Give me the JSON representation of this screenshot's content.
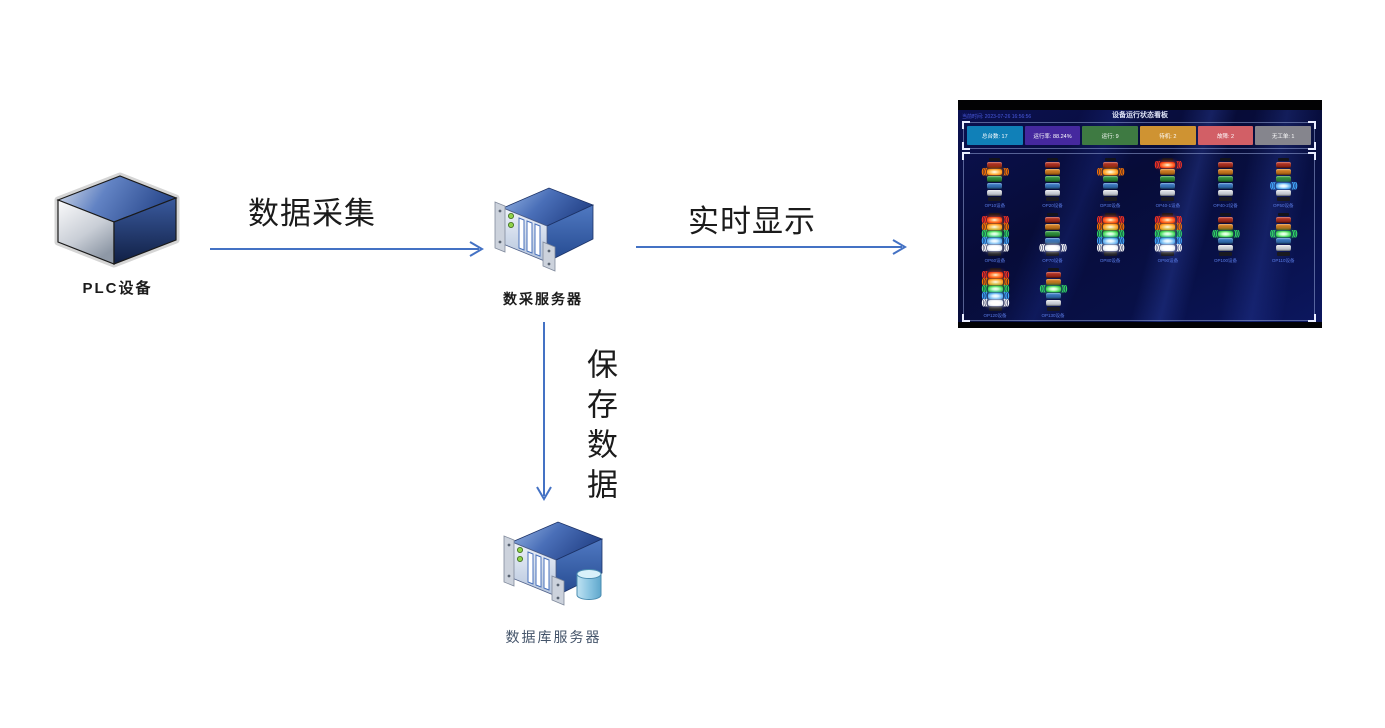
{
  "diagram": {
    "plc": {
      "label": "PLC设备"
    },
    "collector": {
      "label": "数采服务器"
    },
    "database": {
      "label": "数据库服务器"
    },
    "flows": {
      "collect": "数据采集",
      "display": "实时显示",
      "save": "保存数据"
    },
    "arrow_color": "#4472c4"
  },
  "dashboard": {
    "title": "设备运行状态看板",
    "timestamp": "当前时间: 2023-07-26 16:56:56",
    "stats": [
      {
        "text": "总台数: 17",
        "color": "#1080b8"
      },
      {
        "text": "运行率: 88.24%",
        "color": "#45289e"
      },
      {
        "text": "运行: 9",
        "color": "#3e7a42"
      },
      {
        "text": "待机: 2",
        "color": "#cf9332"
      },
      {
        "text": "故障: 2",
        "color": "#d25f66"
      },
      {
        "text": "无工单: 1",
        "color": "#85858d"
      }
    ],
    "segment_order": [
      "red",
      "orange",
      "green",
      "blue",
      "white"
    ],
    "segment_status_colors": {
      "red": "#e03020",
      "orange": "#e8821e",
      "green": "#34a042",
      "blue": "#3a7fd0",
      "white": "#d9dde2"
    },
    "arc_colors": {
      "red": "#ff3322",
      "orange": "#ff7700",
      "green": "#33dd66",
      "blue": "#44aaff",
      "white": "#ffffff"
    },
    "rows": [
      [
        {
          "label": "OP10设备",
          "lit": [
            "orange"
          ]
        },
        {
          "label": "OP20设备",
          "lit": []
        },
        {
          "label": "OP30设备",
          "lit": [
            "orange"
          ]
        },
        {
          "label": "OP40-1设备",
          "lit": [
            "red"
          ]
        },
        {
          "label": "OP40-2设备",
          "lit": []
        },
        {
          "label": "OP50设备",
          "lit": [
            "blue"
          ]
        }
      ],
      [
        {
          "label": "OP60设备",
          "lit": [
            "red",
            "orange",
            "green",
            "blue",
            "white"
          ]
        },
        {
          "label": "OP70设备",
          "lit": [
            "white"
          ]
        },
        {
          "label": "OP80设备",
          "lit": [
            "red",
            "orange",
            "green",
            "blue",
            "white"
          ]
        },
        {
          "label": "OP90设备",
          "lit": [
            "red",
            "orange",
            "green",
            "blue",
            "white"
          ]
        },
        {
          "label": "OP100设备",
          "lit": [
            "green"
          ]
        },
        {
          "label": "OP110设备",
          "lit": [
            "green"
          ]
        }
      ],
      [
        {
          "label": "OP120设备",
          "lit": [
            "red",
            "orange",
            "green",
            "blue",
            "white"
          ]
        },
        {
          "label": "OP130设备",
          "lit": [
            "green"
          ]
        }
      ]
    ]
  }
}
